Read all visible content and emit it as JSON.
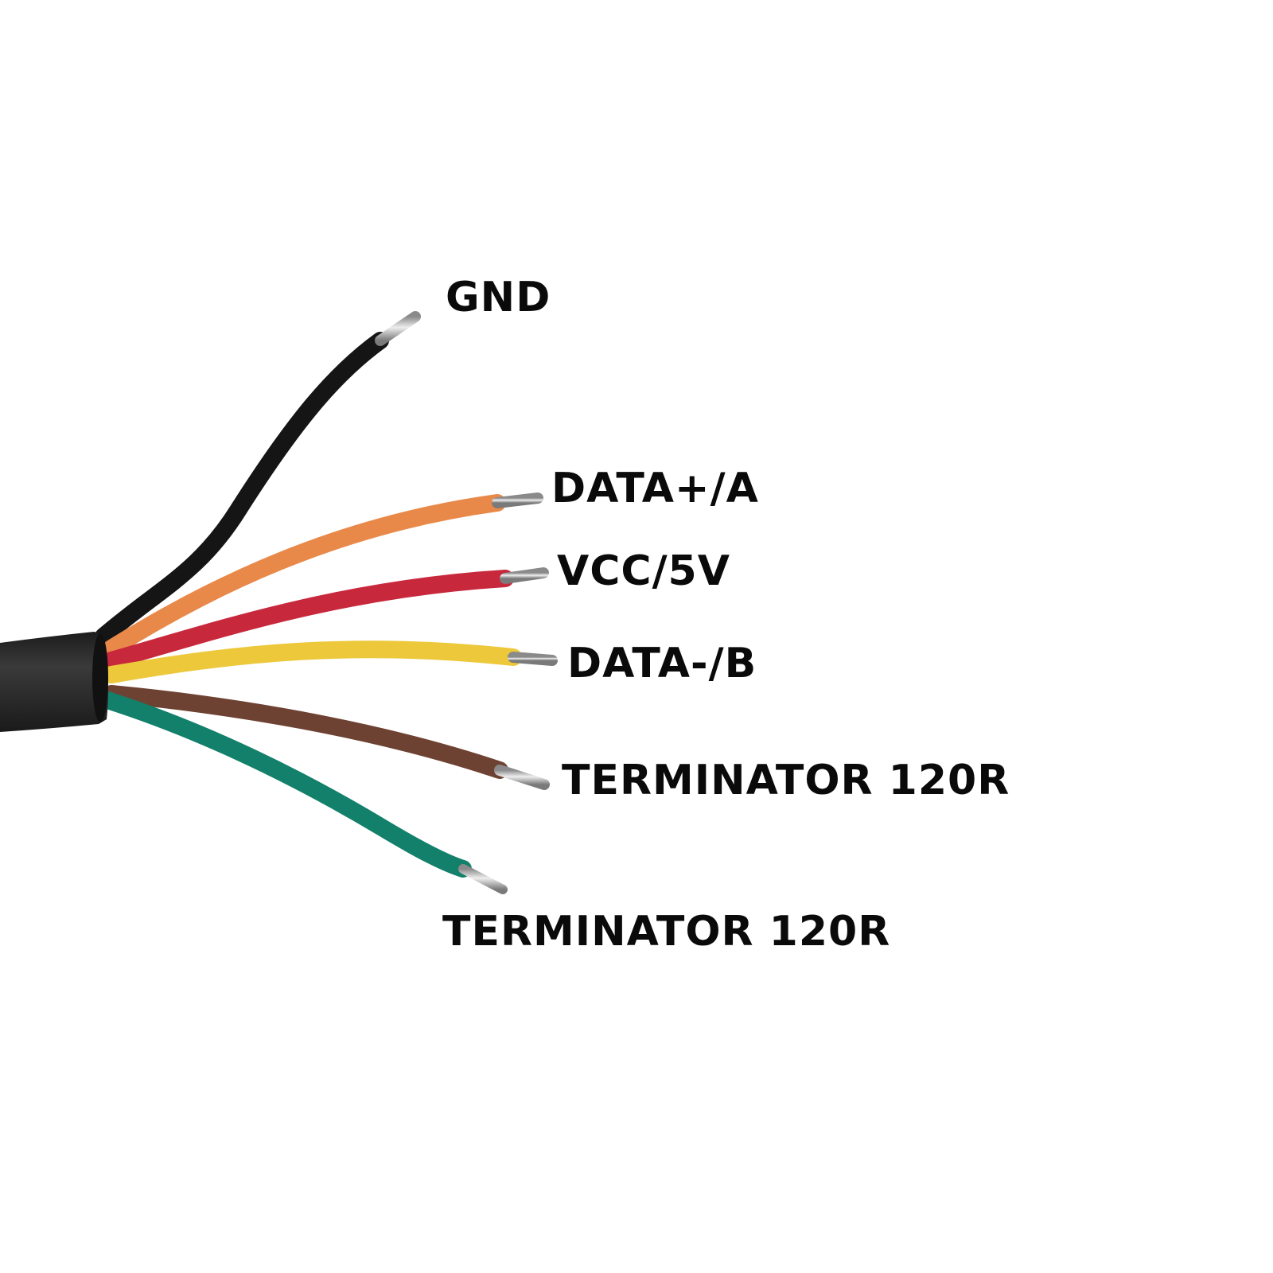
{
  "wires": [
    {
      "id": "gnd",
      "label": "GND",
      "color": "#151515"
    },
    {
      "id": "dplus",
      "label": "DATA+/A",
      "color": "#e8894a"
    },
    {
      "id": "vcc",
      "label": "VCC/5V",
      "color": "#c8283c"
    },
    {
      "id": "dminus",
      "label": "DATA-/B",
      "color": "#ecc83a"
    },
    {
      "id": "term1",
      "label": "TERMINATOR 120R",
      "color": "#6e4232"
    },
    {
      "id": "term2",
      "label": "TERMINATOR 120R",
      "color": "#12806a"
    }
  ],
  "colors": {
    "cable_sheath": "#2a2a2a",
    "conductor": "#b8b8b8",
    "background": "#ffffff"
  }
}
